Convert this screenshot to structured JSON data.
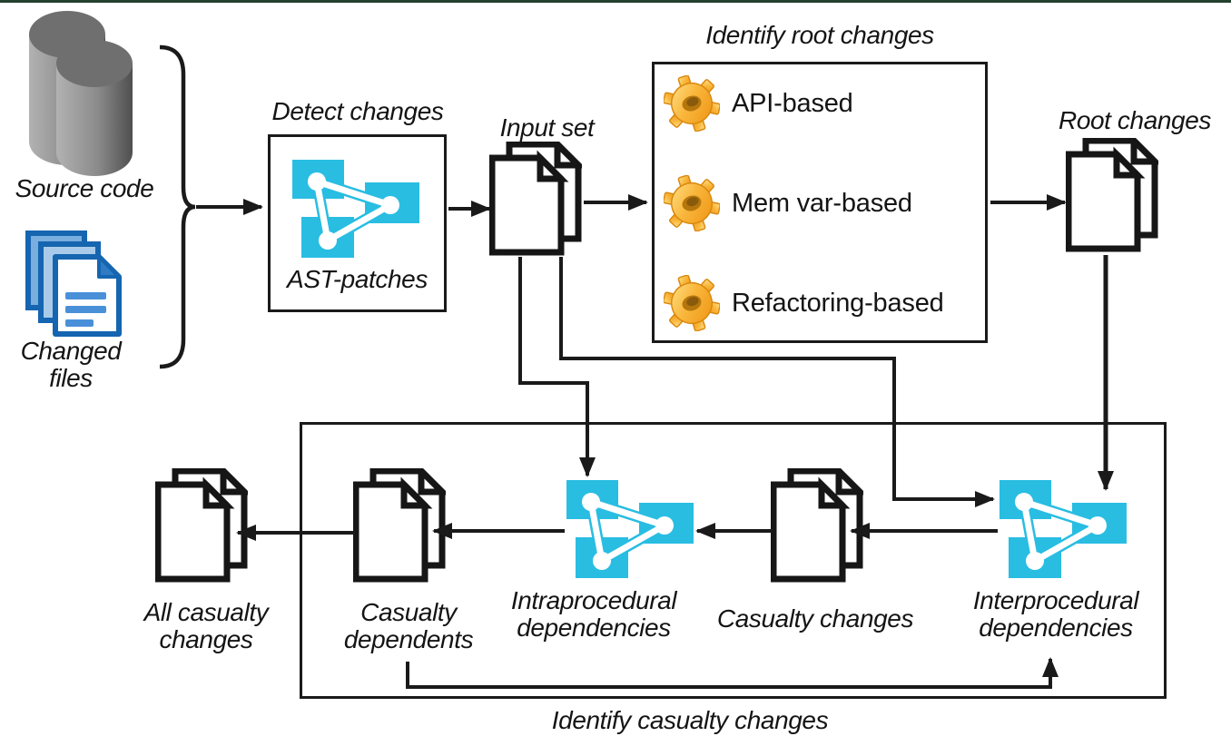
{
  "figure": {
    "type": "software-change-analysis-pipeline-diagram"
  },
  "colors": {
    "graph_node_cyan": "#29bde2",
    "gear_gold": "#f6a81f",
    "files_blue": "#1565b0",
    "database_gray": "#6f6f6f",
    "line_black": "#1a1a1a",
    "top_rule_green": "#24402f"
  },
  "sources": {
    "source_code": {
      "icon": "database-icon",
      "label": "Source code"
    },
    "changed_files": {
      "icon": "changed-files-icon",
      "label": "Changed files"
    }
  },
  "detect_changes": {
    "title": "Detect changes",
    "icon": "graph-icon",
    "node_label": "AST-patches"
  },
  "input_set": {
    "icon": "document-stack-icon",
    "label": "Input set"
  },
  "identify_root_changes": {
    "title": "Identify root changes",
    "items": [
      {
        "icon": "gear-icon",
        "label": "API-based"
      },
      {
        "icon": "gear-icon",
        "label": "Mem var-based"
      },
      {
        "icon": "gear-icon",
        "label": "Refactoring-based"
      }
    ]
  },
  "root_changes": {
    "icon": "document-stack-icon",
    "label": "Root changes"
  },
  "identify_casualty_changes": {
    "title": "Identify casualty changes",
    "interprocedural": {
      "icon": "graph-icon",
      "label": "Interprocedural dependencies"
    },
    "casualty_changes": {
      "icon": "document-stack-icon",
      "label": "Casualty changes"
    },
    "intraprocedural": {
      "icon": "graph-icon",
      "label": "Intraprocedural dependencies"
    },
    "casualty_dependents": {
      "icon": "document-stack-icon",
      "label": "Casualty dependents"
    }
  },
  "all_casualty_changes": {
    "icon": "document-stack-icon",
    "label": "All casualty changes"
  }
}
